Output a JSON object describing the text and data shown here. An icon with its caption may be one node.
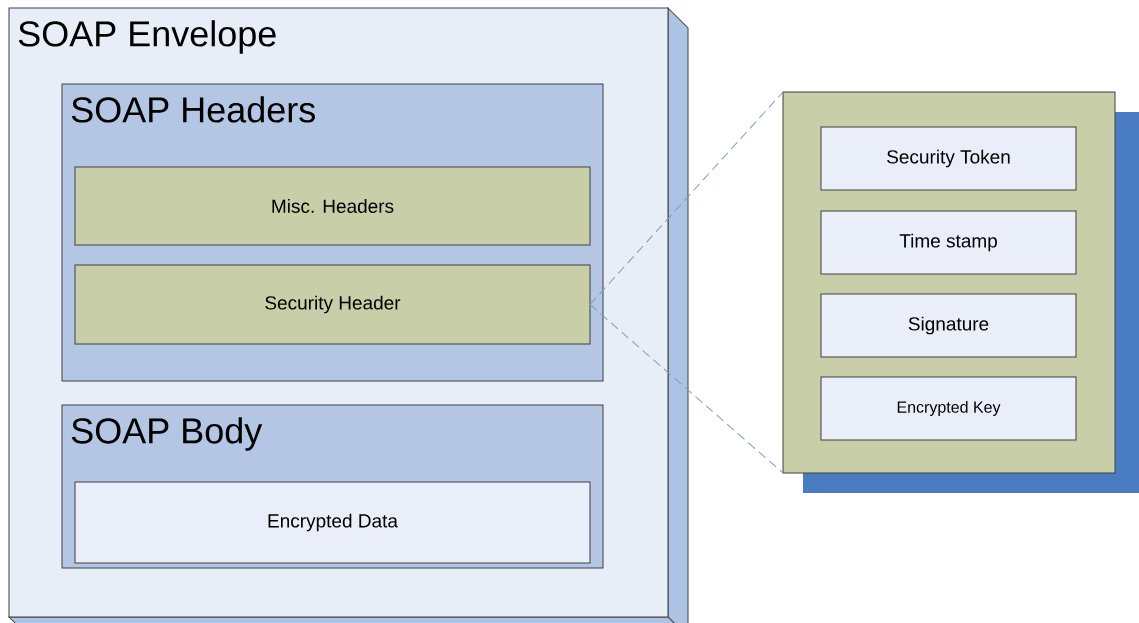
{
  "diagram": {
    "nodes": [
      {
        "text": [
          "SOAP Envelope"
        ]
      },
      {
        "text": [
          "SOAP Headers"
        ],
        "in": 0
      },
      {
        "text": [
          "Misc. Headers"
        ],
        "in": 1
      },
      {
        "text": [
          "Security Header"
        ],
        "in": 1
      },
      {
        "text": [
          "SOAP Body"
        ],
        "in": 0
      },
      {
        "text": [
          "Encrypted Data"
        ],
        "in": 4
      },
      {
        "text": [],
        "shape": "box"
      },
      {
        "text": [
          "Security Token"
        ],
        "in": 6
      },
      {
        "text": [
          "Time stamp"
        ],
        "in": 6
      },
      {
        "text": [
          "Signature"
        ],
        "in": 6
      },
      {
        "text": [
          "Encrypted Key"
        ],
        "in": 6
      }
    ],
    "edges": [
      {
        "from": 3,
        "to": 6,
        "arrow": "none",
        "style": "dashed"
      },
      {
        "from": 3,
        "to": 6,
        "arrow": "none",
        "style": "dashed"
      }
    ]
  }
}
